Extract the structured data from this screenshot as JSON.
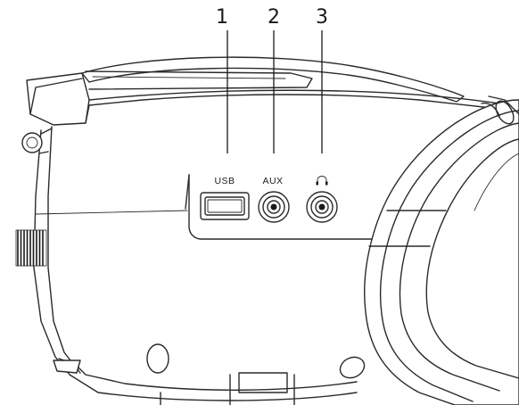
{
  "callouts": [
    {
      "number": "1",
      "port_label": "USB",
      "port_type": "usb-port"
    },
    {
      "number": "2",
      "port_label": "AUX",
      "port_type": "aux-jack"
    },
    {
      "number": "3",
      "port_label": "",
      "port_type": "headphone-jack",
      "label_icon": "headphone-icon"
    }
  ],
  "colors": {
    "line": "#2a2a2a",
    "background": "#ffffff"
  }
}
